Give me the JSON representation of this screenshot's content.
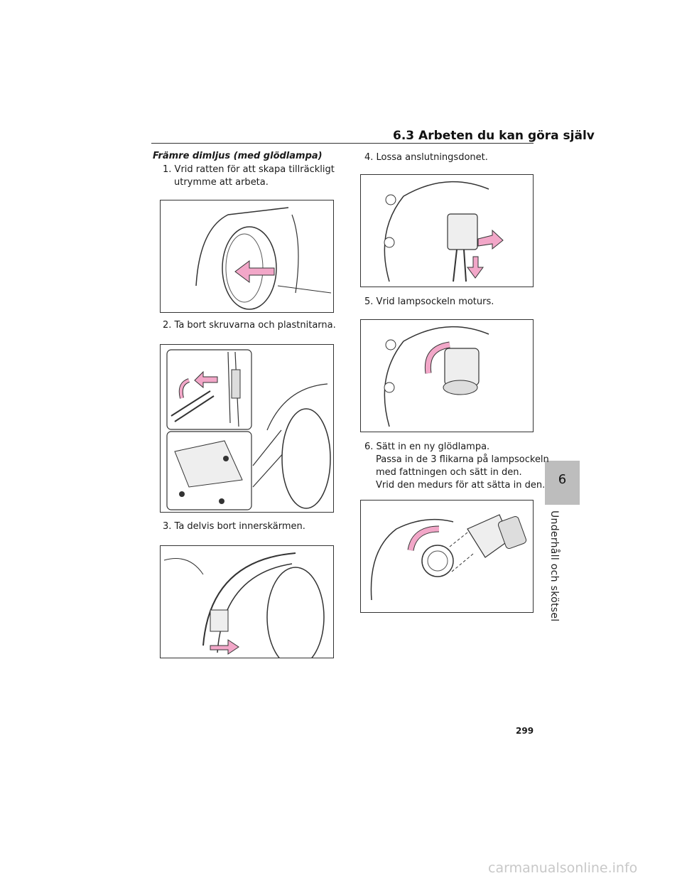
{
  "header": {
    "section_title": "6.3 Arbeten du kan göra själv"
  },
  "side_tab": {
    "number": "6",
    "label": "Underhåll och skötsel"
  },
  "content": {
    "subtitle": "Främre dimljus (med glödlampa)",
    "steps": [
      {
        "number": "1.",
        "lines": [
          "Vrid ratten för att skapa tillräckligt",
          "utrymme att arbeta."
        ]
      },
      {
        "number": "2.",
        "lines": [
          "Ta bort skruvarna och plastnitarna."
        ]
      },
      {
        "number": "3.",
        "lines": [
          "Ta delvis bort innerskärmen."
        ]
      },
      {
        "number": "4.",
        "lines": [
          "Lossa anslutningsdonet."
        ]
      },
      {
        "number": "5.",
        "lines": [
          "Vrid lampsockeln moturs."
        ]
      },
      {
        "number": "6.",
        "lines": [
          "Sätt in en ny glödlampa.",
          "Passa in de 3 flikarna på lampsockeln",
          "med fattningen och sätt in den.",
          "Vrid den medurs för att sätta in den."
        ]
      }
    ]
  },
  "colors": {
    "arrow_pink": "#f2a7c8",
    "tab_gray": "#bdbdbd"
  },
  "footer": {
    "page_number": "299",
    "watermark": "carmanualsonline.info"
  }
}
